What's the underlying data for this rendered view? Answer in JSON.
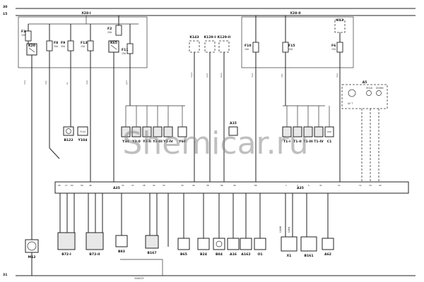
{
  "rails": {
    "top1": "30",
    "top2": "15",
    "bottom": "31"
  },
  "connectors": {
    "left": "X28-I",
    "right": "X28-II",
    "footer": "30IN033"
  },
  "watermark": "Shemicar.ru",
  "fuses_left": [
    {
      "name": "F3",
      "rating": "10A"
    },
    {
      "name": "F8",
      "rating": "30A"
    },
    {
      "name": "F9",
      "rating": "30A"
    },
    {
      "name": "F13",
      "rating": "15A"
    },
    {
      "name": "F2",
      "rating": "20A"
    },
    {
      "name": "F11",
      "rating": "15A"
    }
  ],
  "relays_left": [
    "K20",
    "K65"
  ],
  "mid_modules": [
    "K143",
    "K129-I",
    "K129-II"
  ],
  "fuses_right": [
    {
      "name": "F10",
      "rating": "10A"
    },
    {
      "name": "F15",
      "rating": "10A"
    },
    {
      "name": "F6",
      "rating": "15A"
    }
  ],
  "right_relay": "K13",
  "upper_components": [
    "B122",
    "Y104",
    "Y34",
    "Y3-0",
    "Y3-II",
    "Y3-III",
    "Y3-IV",
    "Y60",
    "A15",
    "T1-I",
    "T1-II",
    "T1-III",
    "T1-IV",
    "C1"
  ],
  "ecu": "A35",
  "ecu_ref": "A5",
  "a5_labels": [
    "A5 T",
    "HOLD",
    "DOWN"
  ],
  "bottom_components": [
    "M12",
    "B72-I",
    "B72-II",
    "B83",
    "B167",
    "B65",
    "B24",
    "B84",
    "A16",
    "A162",
    "O1",
    "X1",
    "B161",
    "A62"
  ],
  "x1_labels": [
    "CANH",
    "CANL"
  ],
  "colors": {
    "ink": "#222222",
    "ecu_fill": "#ffffff",
    "watermark": "#8a8a8a"
  }
}
